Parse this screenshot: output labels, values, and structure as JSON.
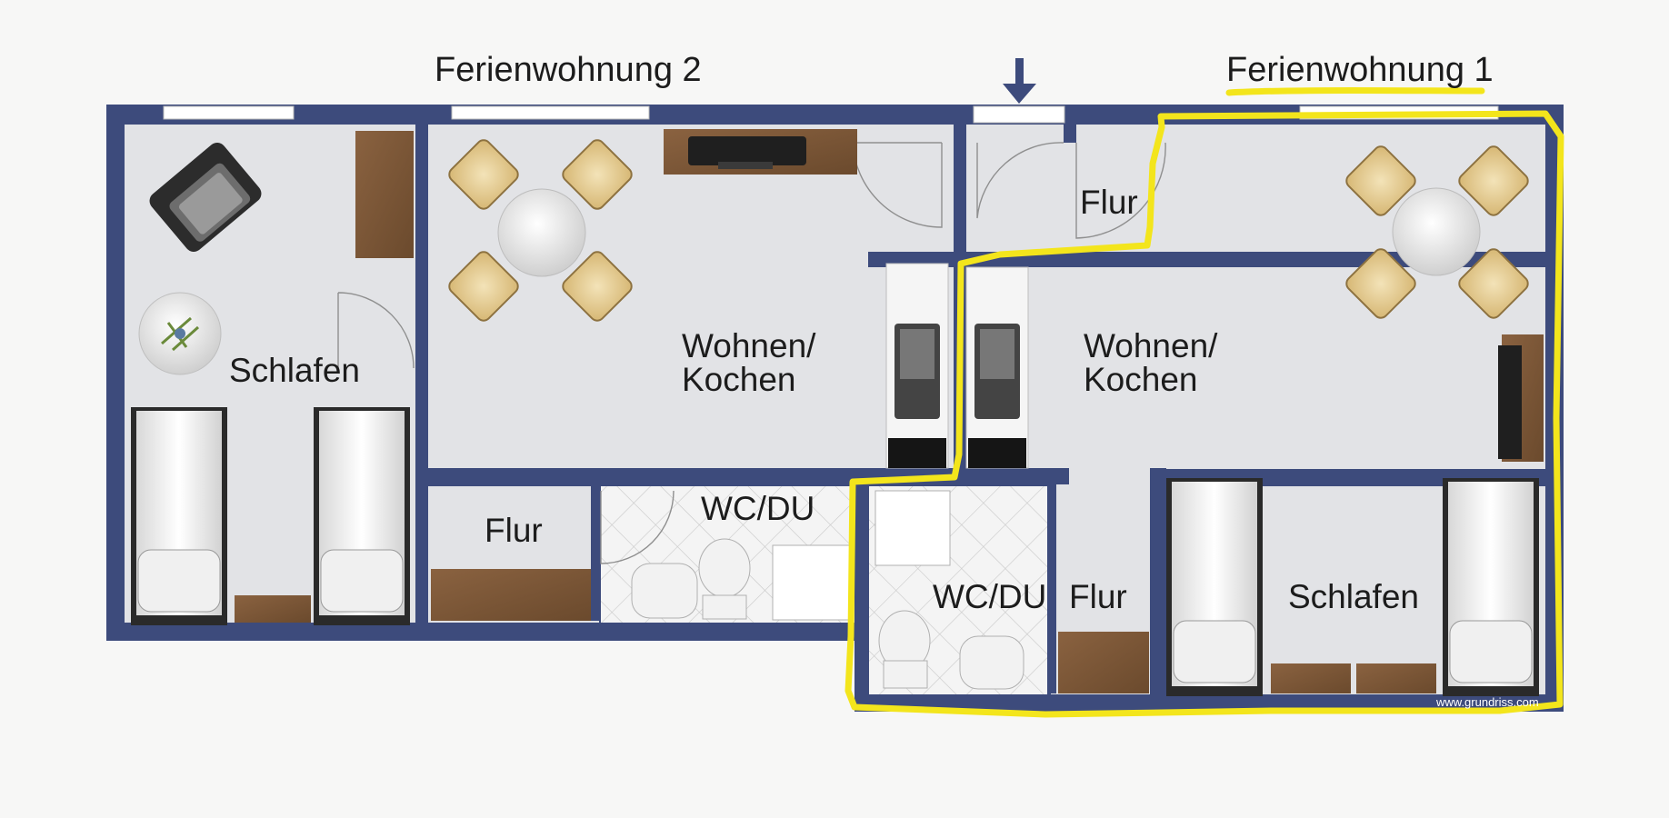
{
  "titles": {
    "apartment_2": "Ferienwohnung 2",
    "apartment_1": "Ferienwohnung 1"
  },
  "rooms": {
    "schlafen_left": "Schlafen",
    "wohnen_left_1": "Wohnen/",
    "wohnen_left_2": "Kochen",
    "flur_left": "Flur",
    "wcdu_left": "WC/DU",
    "flur_top": "Flur",
    "wohnen_right_1": "Wohnen/",
    "wohnen_right_2": "Kochen",
    "wcdu_right": "WC/DU",
    "flur_right": "Flur",
    "schlafen_right": "Schlafen"
  },
  "watermark": "www.grundriss.com",
  "colors": {
    "wall": "#3d4b7c",
    "floor": "#e2e3e6",
    "wood": "#7a5636",
    "highlight": "#f3e51c",
    "chair": "#e6cf97"
  }
}
